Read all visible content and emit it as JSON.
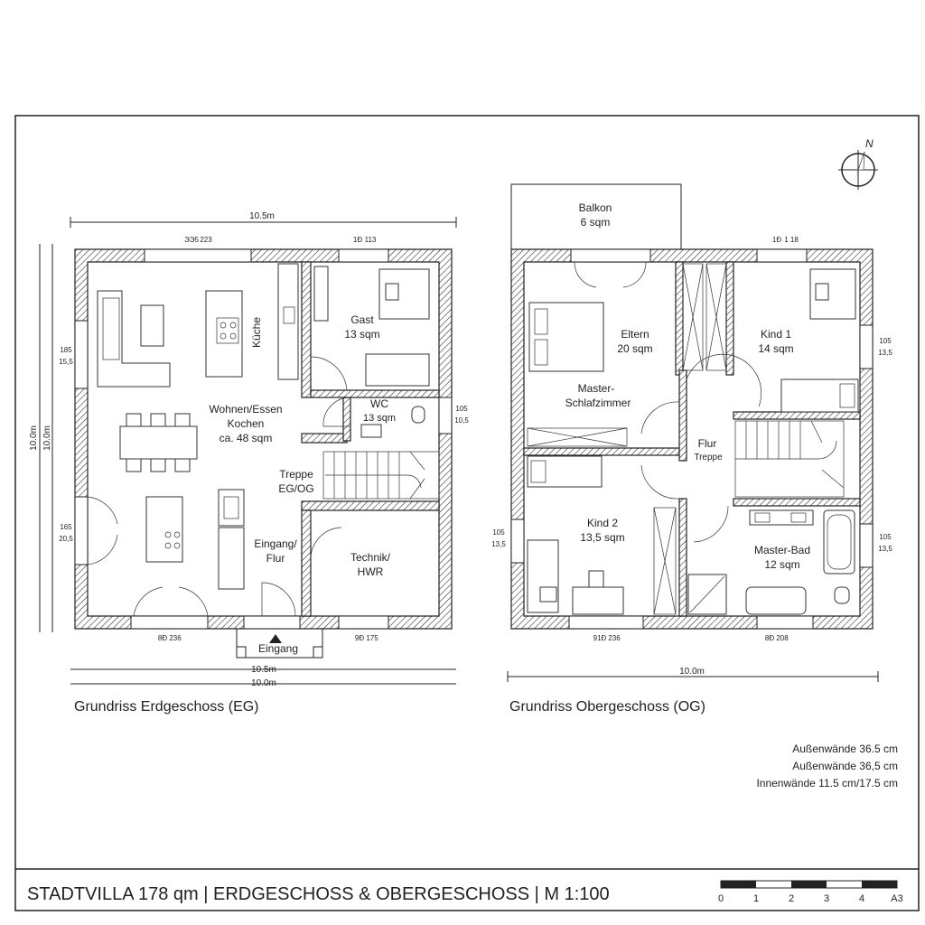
{
  "sheet": {
    "title": "STADTVILLA 178 qm | ERDGESCHOSS & OBERGESCHOSS | M 1:100",
    "scale_labels": [
      "0",
      "1",
      "2",
      "3",
      "4",
      "A3"
    ],
    "north_label": "N",
    "notes": [
      "Außenwände 36.5 cm",
      "Außenwände 36,5 cm",
      "Innenwände 11.5 cm/17.5 cm"
    ]
  },
  "eg": {
    "caption": "Grundriss Erdgeschoss (EG)",
    "dim_top": "10.5m",
    "dim_bottom_1": "10.5m",
    "dim_bottom_2": "10.0m",
    "dim_left_1": "10.0m",
    "dim_left_2": "10.0m",
    "window_top_a": "ЭЭ5",
    "window_top_b": "223",
    "window_top_c": "1Ð",
    "window_top_d": "113",
    "window_left_1a": "185",
    "window_left_1b": "15,5",
    "window_left_2a": "165",
    "window_left_2b": "20,5",
    "window_right_a": "105",
    "window_right_b": "10,5",
    "window_bottom_1a": "8Ð",
    "window_bottom_1b": "236",
    "window_bottom_2a": "9Ð",
    "window_bottom_2b": "175",
    "rooms": {
      "kueche": "Küche",
      "gast": "Gast",
      "gast_area": "13 sqm",
      "wc": "WC",
      "wc_area": "13 sqm",
      "wohnen_1": "Wohnen/Essen",
      "wohnen_2": "Kochen",
      "wohnen_area": "ca. 48 sqm",
      "treppe_1": "Treppe",
      "treppe_2": "EG/OG",
      "eingang_1": "Eingang/",
      "eingang_2": "Flur",
      "technik_1": "Technik/",
      "technik_2": "HWR",
      "entrance": "Eingang"
    }
  },
  "og": {
    "caption": "Grundriss Obergeschoss (OG)",
    "dim_bottom": "10.0m",
    "window_top_a": "1Ð",
    "window_top_b": "1 18",
    "window_right_1a": "105",
    "window_right_1b": "13,5",
    "window_right_2a": "105",
    "window_right_2b": "13,5",
    "window_left_a": "105",
    "window_left_b": "13,5",
    "window_bottom_1a": "91Ð",
    "window_bottom_1b": "236",
    "window_bottom_2a": "8Ð",
    "window_bottom_2b": "208",
    "rooms": {
      "balkon": "Balkon",
      "balkon_area": "6 sqm",
      "eltern": "Eltern",
      "eltern_area": "20 sqm",
      "master_1": "Master-",
      "master_2": "Schlafzimmer",
      "kind1": "Kind 1",
      "kind1_area": "14 sqm",
      "flur": "Flur",
      "flur_sub": "Treppe",
      "kind2": "Kind 2",
      "kind2_area": "13,5 sqm",
      "bad": "Master-Bad",
      "bad_area": "12 sqm"
    }
  }
}
